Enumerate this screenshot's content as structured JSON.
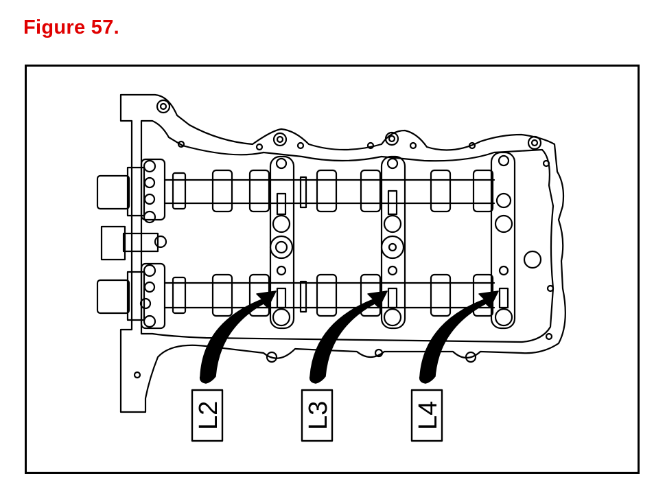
{
  "figure_title": "Figure 57.",
  "labels": [
    "L2",
    "L3",
    "L4"
  ],
  "colors": {
    "title": "#e00000",
    "line": "#000000",
    "background": "#ffffff"
  }
}
